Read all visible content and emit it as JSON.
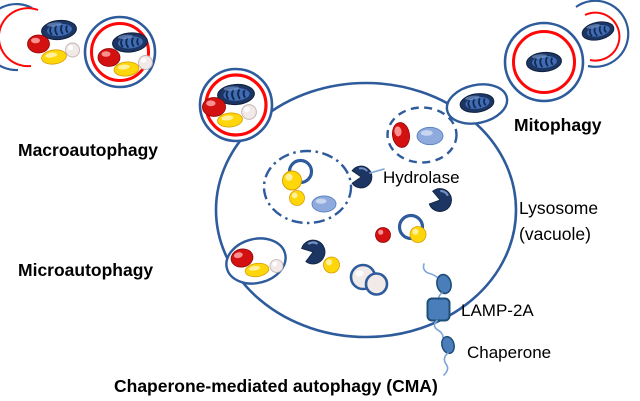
{
  "labels": {
    "macroautophagy": "Macroautophagy",
    "microautophagy": "Microautophagy",
    "mitophagy": "Mitophagy",
    "cma": "Chaperone-mediated autophagy (CMA)",
    "hydrolase": "Hydrolase",
    "lysosome": "Lysosome",
    "vacuole": "(vacuole)",
    "lamp2a": "LAMP-2A",
    "chaperone": "Chaperone"
  },
  "colors": {
    "membrane": "#2E5B9B",
    "ring_red": "#FF0707",
    "mito": "#1C3563",
    "mito_inner": "#3F6CB5",
    "org_red": "#D41111",
    "org_yellow": "#FFD60A",
    "org_pearl": "#F2E9E9",
    "org_lightblue": "#8FAADC",
    "lamp": "#4A7EBB",
    "chaperone_line": "#7EA6D8",
    "text": "#000000"
  }
}
